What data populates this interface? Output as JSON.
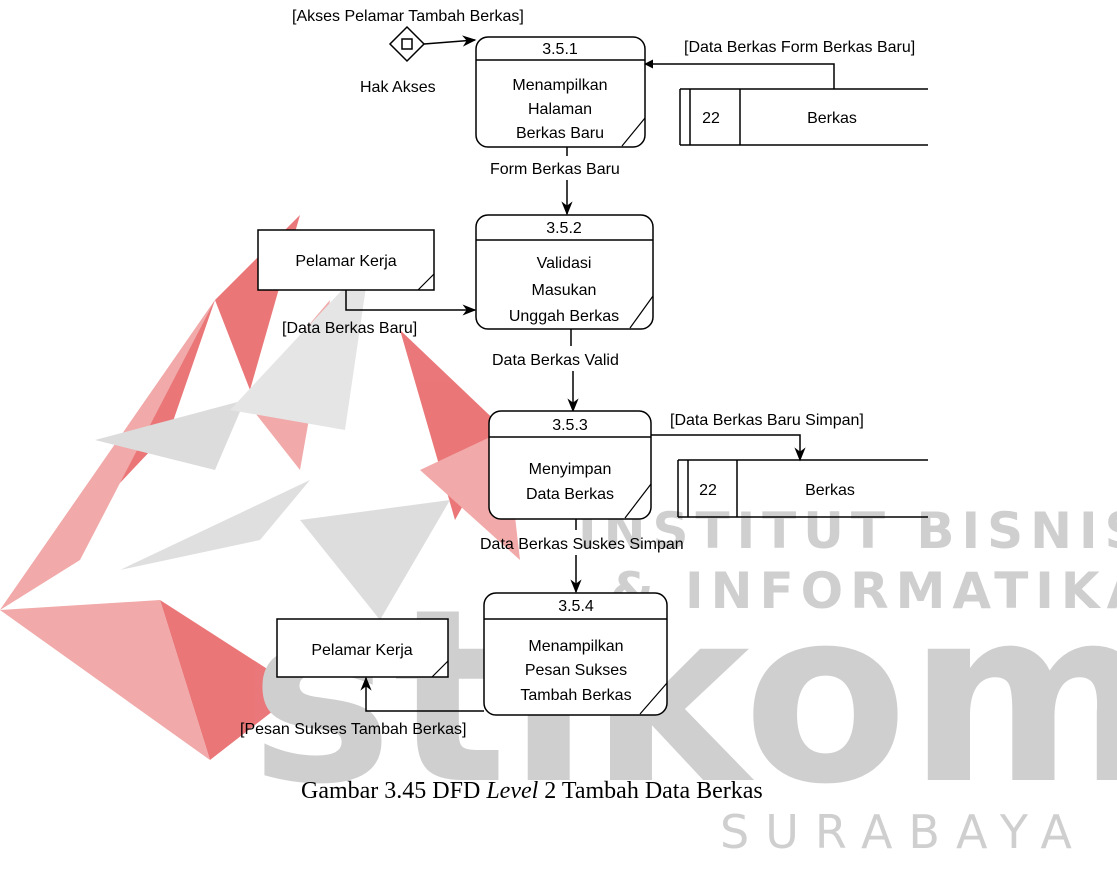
{
  "watermark": {
    "institute_line": "INSTITUT BISNIS",
    "informatika_line": "& INFORMATIKA",
    "logo_word": "stikom",
    "city": "SURABAYA",
    "colors": {
      "logo_red": "#e8686a",
      "logo_gray": "#cfcfcf"
    }
  },
  "processes": [
    {
      "id": "3.5.1",
      "lines": [
        "Menampilkan",
        "Halaman",
        "Berkas Baru"
      ]
    },
    {
      "id": "3.5.2",
      "lines": [
        "Validasi",
        "Masukan",
        "Unggah Berkas"
      ]
    },
    {
      "id": "3.5.3",
      "lines": [
        "Menyimpan",
        "Data Berkas"
      ]
    },
    {
      "id": "3.5.4",
      "lines": [
        "Menampilkan",
        "Pesan Sukses",
        "Tambah Berkas"
      ]
    }
  ],
  "data_stores": [
    {
      "number": "22",
      "name": "Berkas"
    },
    {
      "number": "22",
      "name": "Berkas"
    }
  ],
  "entities": [
    {
      "name": "Pelamar Kerja"
    },
    {
      "name": "Pelamar Kerja"
    }
  ],
  "access_node": {
    "label": "Hak Akses"
  },
  "flows": {
    "akses": "[Akses Pelamar Tambah Berkas]",
    "data_form": "[Data Berkas Form Berkas Baru]",
    "form_baru": "Form Berkas Baru",
    "data_baru": "[Data Berkas Baru]",
    "valid": "Data Berkas Valid",
    "simpan": "[Data Berkas Baru Simpan]",
    "sukses_simpan": "Data Berkas Suskes Simpan",
    "pesan": "[Pesan Sukses Tambah Berkas]"
  },
  "caption": {
    "prefix": "Gambar 3.45 DFD ",
    "italic": "Level",
    "suffix": " 2 Tambah Data Berkas"
  }
}
